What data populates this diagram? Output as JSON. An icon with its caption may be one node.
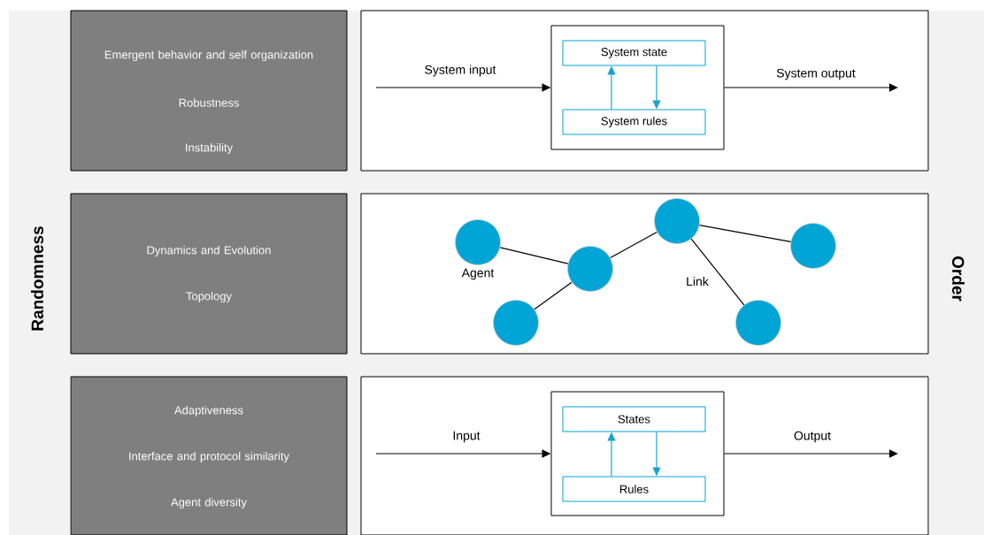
{
  "diagram": {
    "nodes": [
      {
        "text": [
          "Emergent behavior and self organization",
          "Robustness",
          "Instability"
        ]
      },
      {
        "text": [],
        "shape": "box"
      },
      {
        "text": [],
        "shape": "box",
        "in": 1
      },
      {
        "text": [
          "System state"
        ],
        "in": 2
      },
      {
        "text": [
          "System rules"
        ],
        "in": 2
      },
      {
        "text": [
          "Dynamics and Evolution",
          "Topology"
        ]
      },
      {
        "text": [],
        "shape": "box"
      },
      {
        "text": [],
        "shape": "circle",
        "in": 6,
        "beside": [
          "Agent"
        ]
      },
      {
        "text": [],
        "shape": "circle",
        "in": 6
      },
      {
        "text": [],
        "shape": "circle",
        "in": 6
      },
      {
        "text": [],
        "shape": "circle",
        "in": 6
      },
      {
        "text": [],
        "shape": "circle",
        "in": 6
      },
      {
        "text": [],
        "shape": "circle",
        "in": 6
      },
      {
        "text": [
          "Adaptiveness",
          "Interface and protocol similarity",
          "Agent diversity"
        ]
      },
      {
        "text": [],
        "shape": "box"
      },
      {
        "text": [],
        "shape": "box",
        "in": 14
      },
      {
        "text": [
          "States"
        ],
        "in": 15
      },
      {
        "text": [
          "Rules"
        ],
        "in": 15
      }
    ],
    "edges": [
      {
        "from": null,
        "to": 2,
        "arrow": "to",
        "label": "System input"
      },
      {
        "from": 2,
        "to": null,
        "arrow": "to",
        "label": "System output"
      },
      {
        "from": 4,
        "to": 3,
        "arrow": "to",
        "color": "#1aa3d1"
      },
      {
        "from": 3,
        "to": 4,
        "arrow": "to",
        "color": "#1aa3d1"
      },
      {
        "from": 7,
        "to": 9,
        "arrow": "none"
      },
      {
        "from": 8,
        "to": 9,
        "arrow": "none"
      },
      {
        "from": 9,
        "to": 10,
        "arrow": "none"
      },
      {
        "from": 10,
        "to": 12,
        "arrow": "none"
      },
      {
        "from": 10,
        "to": 11,
        "arrow": "none",
        "label": "Link"
      },
      {
        "from": null,
        "to": 15,
        "arrow": "to",
        "label": "Input"
      },
      {
        "from": 15,
        "to": null,
        "arrow": "to",
        "label": "Output"
      },
      {
        "from": 17,
        "to": 16,
        "arrow": "to",
        "color": "#1aa3d1"
      },
      {
        "from": 16,
        "to": 17,
        "arrow": "to",
        "color": "#1aa3d1"
      }
    ],
    "labels": [
      "Randomness",
      "Order"
    ]
  }
}
